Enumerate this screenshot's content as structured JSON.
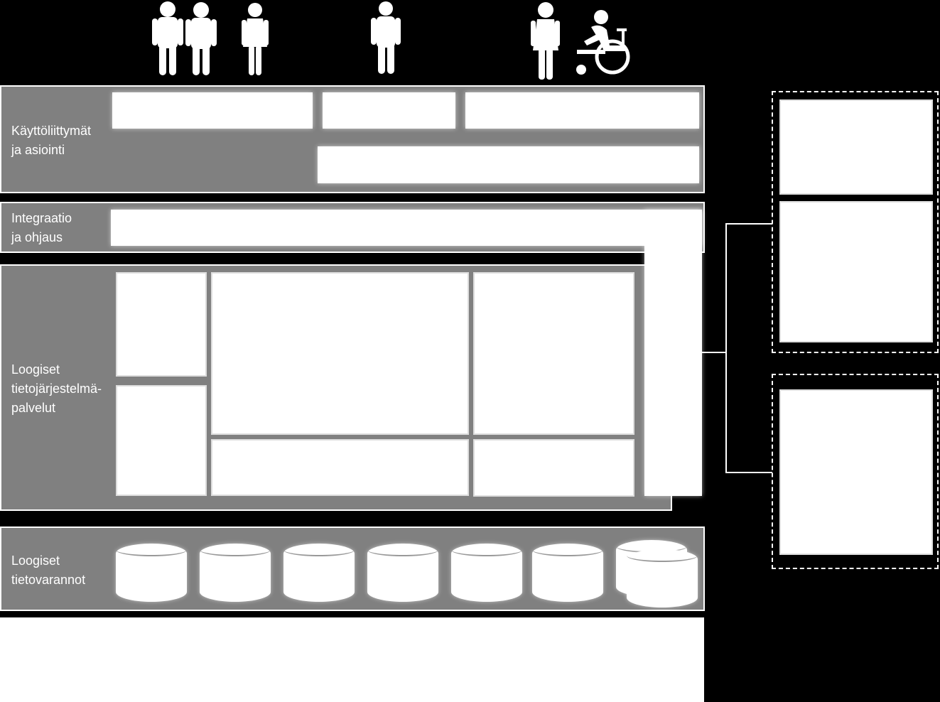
{
  "layers": {
    "ui": {
      "label": "Käyttöliittymät\nja asiointi"
    },
    "integration": {
      "label": "Integraatio\nja ohjaus"
    },
    "services": {
      "label": "Loogiset\ntietojärjestelmä-\npalvelut"
    },
    "data": {
      "label": "Loogiset\ntietovarannot"
    }
  },
  "icons": [
    "person-icon",
    "person-icon",
    "woman-icon",
    "person-icon",
    "woman-icon",
    "wheelchair-user-icon"
  ],
  "colors": {
    "background": "#000000",
    "layer": "#808080",
    "box": "#ffffff"
  }
}
